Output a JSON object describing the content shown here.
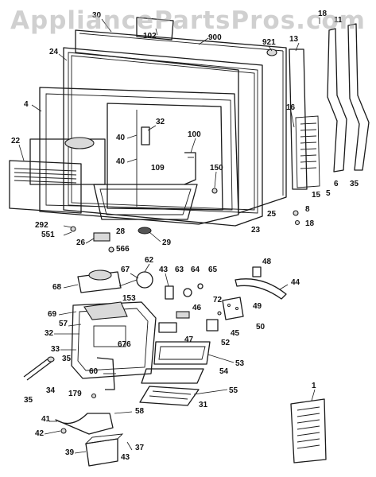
{
  "watermark": "AppliancePartsPros.com",
  "colors": {
    "line": "#1a1a1a",
    "watermark": "#aaaaaa",
    "shade": "#d9d9d9"
  },
  "callouts": [
    {
      "id": "c30",
      "label": "30"
    },
    {
      "id": "c102",
      "label": "102"
    },
    {
      "id": "c900",
      "label": "900"
    },
    {
      "id": "c921",
      "label": "921"
    },
    {
      "id": "c13",
      "label": "13"
    },
    {
      "id": "c18a",
      "label": "18"
    },
    {
      "id": "c11",
      "label": "11"
    },
    {
      "id": "c24",
      "label": "24"
    },
    {
      "id": "c4",
      "label": "4"
    },
    {
      "id": "c32a",
      "label": "32"
    },
    {
      "id": "c40a",
      "label": "40"
    },
    {
      "id": "c40b",
      "label": "40"
    },
    {
      "id": "c100",
      "label": "100"
    },
    {
      "id": "c109",
      "label": "109"
    },
    {
      "id": "c150",
      "label": "150"
    },
    {
      "id": "c22",
      "label": "22"
    },
    {
      "id": "c16",
      "label": "16"
    },
    {
      "id": "c15",
      "label": "15"
    },
    {
      "id": "c5",
      "label": "5"
    },
    {
      "id": "c6",
      "label": "6"
    },
    {
      "id": "c35a",
      "label": "35"
    },
    {
      "id": "c25",
      "label": "25"
    },
    {
      "id": "c23",
      "label": "23"
    },
    {
      "id": "c8",
      "label": "8"
    },
    {
      "id": "c18b",
      "label": "18"
    },
    {
      "id": "c292",
      "label": "292"
    },
    {
      "id": "c551",
      "label": "551"
    },
    {
      "id": "c28",
      "label": "28"
    },
    {
      "id": "c26",
      "label": "26"
    },
    {
      "id": "c566",
      "label": "566"
    },
    {
      "id": "c29",
      "label": "29"
    },
    {
      "id": "c62",
      "label": "62"
    },
    {
      "id": "c48",
      "label": "48"
    },
    {
      "id": "c67",
      "label": "67"
    },
    {
      "id": "c43a",
      "label": "43"
    },
    {
      "id": "c63",
      "label": "63"
    },
    {
      "id": "c64",
      "label": "64"
    },
    {
      "id": "c65",
      "label": "65"
    },
    {
      "id": "c68",
      "label": "68"
    },
    {
      "id": "c44",
      "label": "44"
    },
    {
      "id": "c153",
      "label": "153"
    },
    {
      "id": "c46",
      "label": "46"
    },
    {
      "id": "c49",
      "label": "49"
    },
    {
      "id": "c69",
      "label": "69"
    },
    {
      "id": "c57",
      "label": "57"
    },
    {
      "id": "c72",
      "label": "72"
    },
    {
      "id": "c50",
      "label": "50"
    },
    {
      "id": "c32b",
      "label": "32"
    },
    {
      "id": "c45",
      "label": "45"
    },
    {
      "id": "c47",
      "label": "47"
    },
    {
      "id": "c52",
      "label": "52"
    },
    {
      "id": "c676",
      "label": "676"
    },
    {
      "id": "c33",
      "label": "33"
    },
    {
      "id": "c53",
      "label": "53"
    },
    {
      "id": "c35b",
      "label": "35"
    },
    {
      "id": "c54",
      "label": "54"
    },
    {
      "id": "c60",
      "label": "60"
    },
    {
      "id": "c35c",
      "label": "35"
    },
    {
      "id": "c34",
      "label": "34"
    },
    {
      "id": "c55",
      "label": "55"
    },
    {
      "id": "c179",
      "label": "179"
    },
    {
      "id": "c31",
      "label": "31"
    },
    {
      "id": "c58",
      "label": "58"
    },
    {
      "id": "c1",
      "label": "1"
    },
    {
      "id": "c41",
      "label": "41"
    },
    {
      "id": "c42",
      "label": "42"
    },
    {
      "id": "c37",
      "label": "37"
    },
    {
      "id": "c39",
      "label": "39"
    },
    {
      "id": "c43b",
      "label": "43"
    }
  ]
}
